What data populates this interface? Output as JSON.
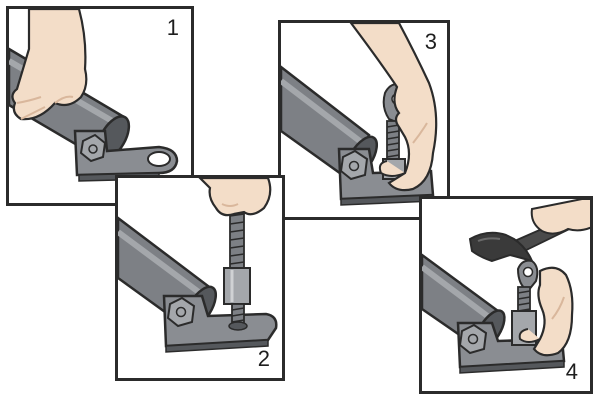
{
  "steps": [
    {
      "number": "1"
    },
    {
      "number": "2"
    },
    {
      "number": "3"
    },
    {
      "number": "4"
    }
  ],
  "colors": {
    "outline": "#2b2b2b",
    "metal_dark": "#55585c",
    "metal_mid": "#7d8085",
    "metal_light": "#a4a7ab",
    "skin": "#f3ddc8",
    "skin_shadow": "#d9b79c",
    "hammer_head": "#3a3a3a",
    "hammer_handle": "#4a4a4a"
  },
  "icons": [
    "tube-end-icon",
    "flat-bracket-icon",
    "hex-bolt-icon",
    "threaded-rod-icon",
    "hand-icon",
    "hammer-icon"
  ]
}
